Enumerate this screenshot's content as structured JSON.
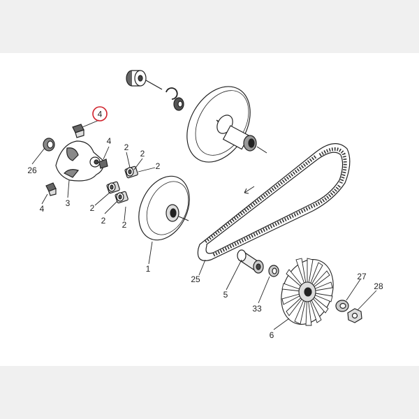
{
  "diagram": {
    "highlight_color": "#d0202a",
    "line_color": "#222222",
    "callouts": [
      {
        "id": "c4-top",
        "text": "4",
        "highlighted": true
      },
      {
        "id": "c26",
        "text": "26"
      },
      {
        "id": "c3",
        "text": "3"
      },
      {
        "id": "c4-low",
        "text": "4"
      },
      {
        "id": "c4-mid",
        "text": "4"
      },
      {
        "id": "c2-a",
        "text": "2"
      },
      {
        "id": "c2-b",
        "text": "2"
      },
      {
        "id": "c2-c",
        "text": "2"
      },
      {
        "id": "c2-d",
        "text": "2"
      },
      {
        "id": "c2-e",
        "text": "2"
      },
      {
        "id": "c2-f",
        "text": "2"
      },
      {
        "id": "c1",
        "text": "1"
      },
      {
        "id": "c25",
        "text": "25"
      },
      {
        "id": "c5",
        "text": "5"
      },
      {
        "id": "c33",
        "text": "33"
      },
      {
        "id": "c6",
        "text": "6"
      },
      {
        "id": "c27",
        "text": "27"
      },
      {
        "id": "c28",
        "text": "28"
      }
    ]
  }
}
